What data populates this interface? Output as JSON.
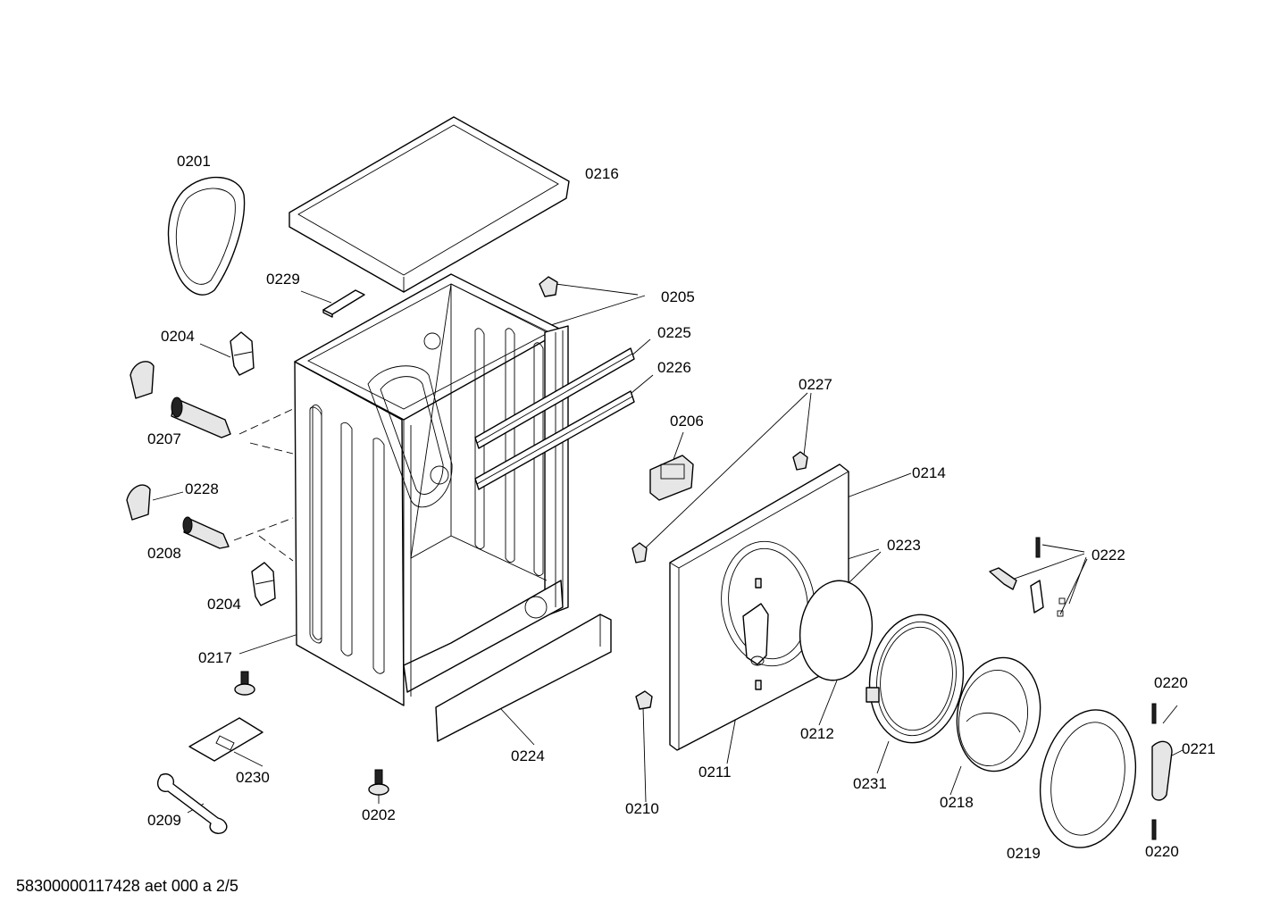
{
  "labels": {
    "p0201": "0201",
    "p0216": "0216",
    "p0229": "0229",
    "p0205": "0205",
    "p0225": "0225",
    "p0226": "0226",
    "p0204a": "0204",
    "p0207": "0207",
    "p0228": "0228",
    "p0208": "0208",
    "p0204b": "0204",
    "p0217": "0217",
    "p0230": "0230",
    "p0209": "0209",
    "p0202": "0202",
    "p0224": "0224",
    "p0206": "0206",
    "p0227": "0227",
    "p0214": "0214",
    "p0223": "0223",
    "p0222": "0222",
    "p0210": "0210",
    "p0211": "0211",
    "p0212": "0212",
    "p0231": "0231",
    "p0218": "0218",
    "p0219": "0219",
    "p0220a": "0220",
    "p0221": "0221",
    "p0220b": "0220"
  },
  "footer": "58300000117428 aet 000 a 2/5"
}
